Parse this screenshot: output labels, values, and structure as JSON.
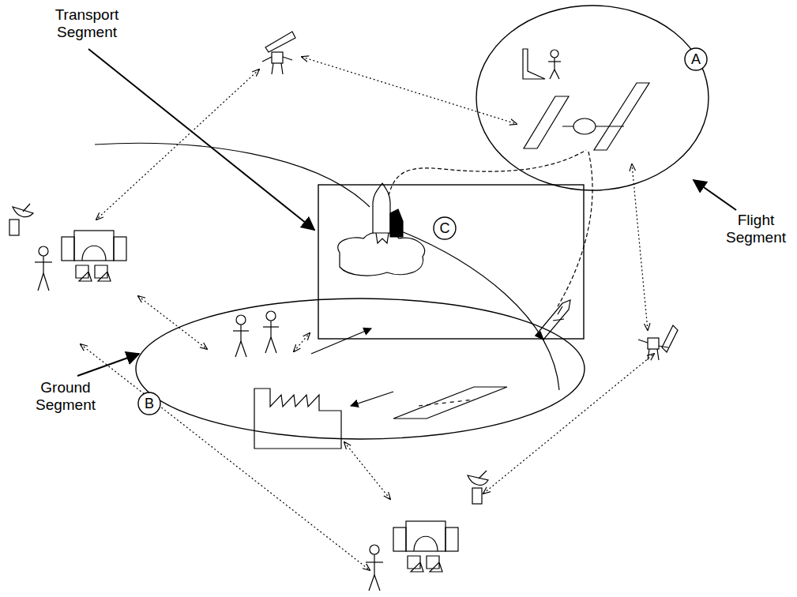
{
  "diagram": {
    "nodes": [
      {
        "text": [
          "Flight Segment"
        ]
      },
      {
        "text": [
          "A"
        ],
        "in": 0
      },
      {
        "text": [
          "Transport Segment"
        ]
      },
      {
        "text": [
          "C"
        ],
        "in": 2
      },
      {
        "text": [
          "Ground Segment"
        ]
      },
      {
        "text": [
          "B"
        ]
      }
    ]
  }
}
